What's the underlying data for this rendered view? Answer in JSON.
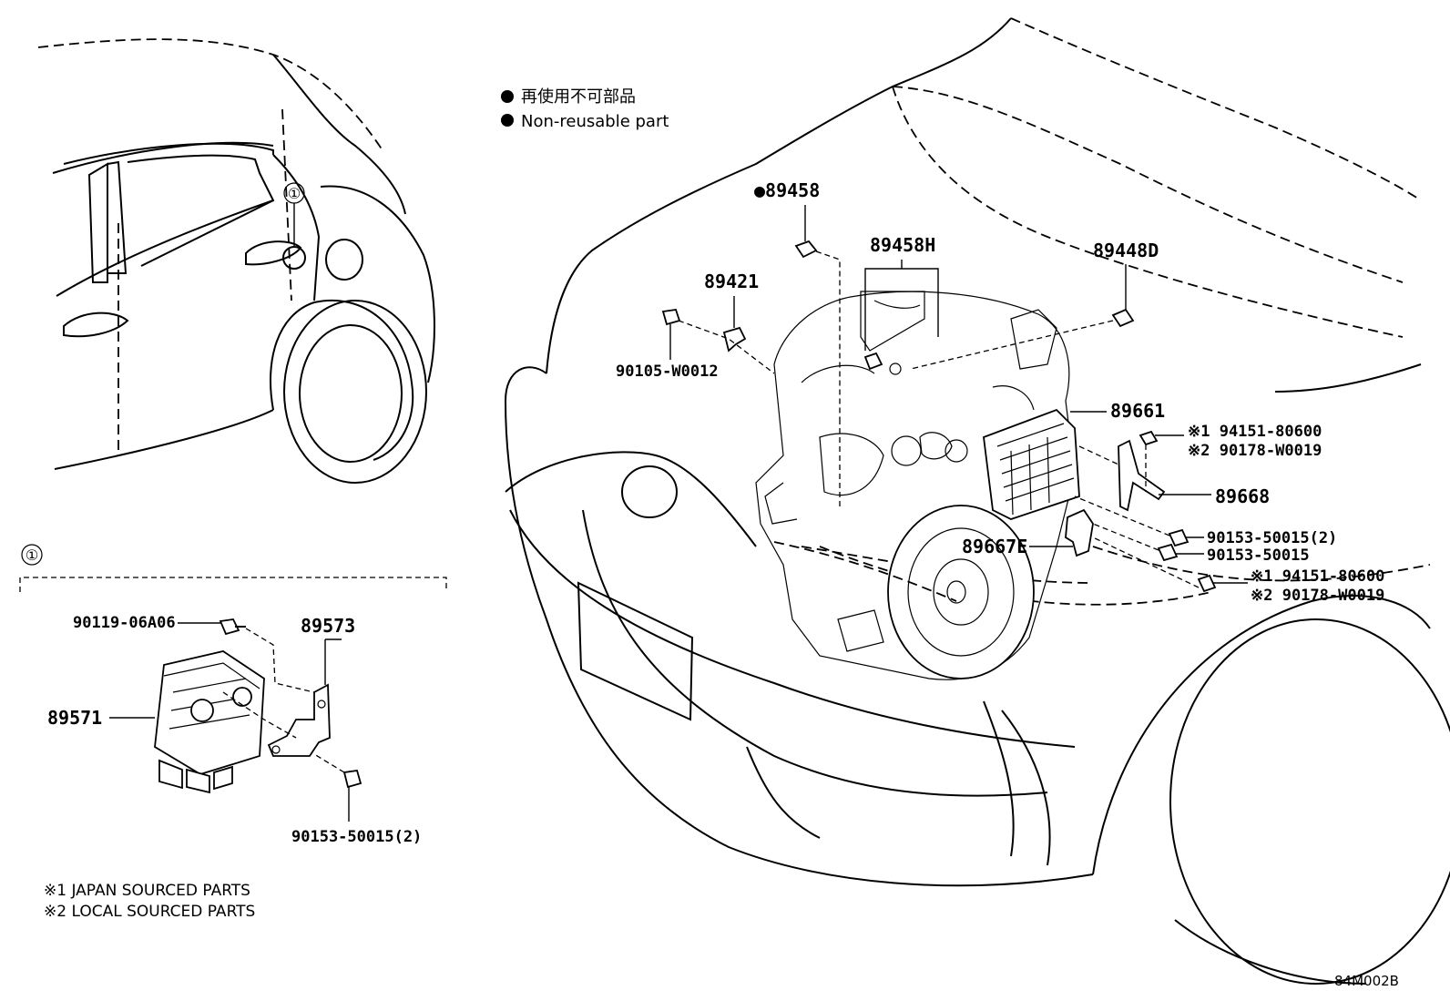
{
  "legend": {
    "jp": "再使用不可部品",
    "en": "Non-reusable part"
  },
  "callout": {
    "marker": "①"
  },
  "parts": {
    "p89458": "●89458",
    "p89458H": "89458H",
    "p89448D": "89448D",
    "p89421": "89421",
    "p90105": "90105-W0012",
    "p89661": "89661",
    "p94151_a": "※1 94151-80600",
    "p90178_a": "※2 90178-W0019",
    "p89668": "89668",
    "p90153_2": "90153-50015(2)",
    "p90153": "90153-50015",
    "p89667E": "89667E",
    "p94151_b": "※1 94151-80600",
    "p90178_b": "※2 90178-W0019",
    "p90119": "90119-06A06",
    "p89573": "89573",
    "p89571": "89571",
    "p90153_2b": "90153-50015(2)"
  },
  "notes": {
    "n1": "※1 JAPAN SOURCED PARTS",
    "n2": "※2 LOCAL SOURCED PARTS"
  },
  "figure_code": "84M002B"
}
